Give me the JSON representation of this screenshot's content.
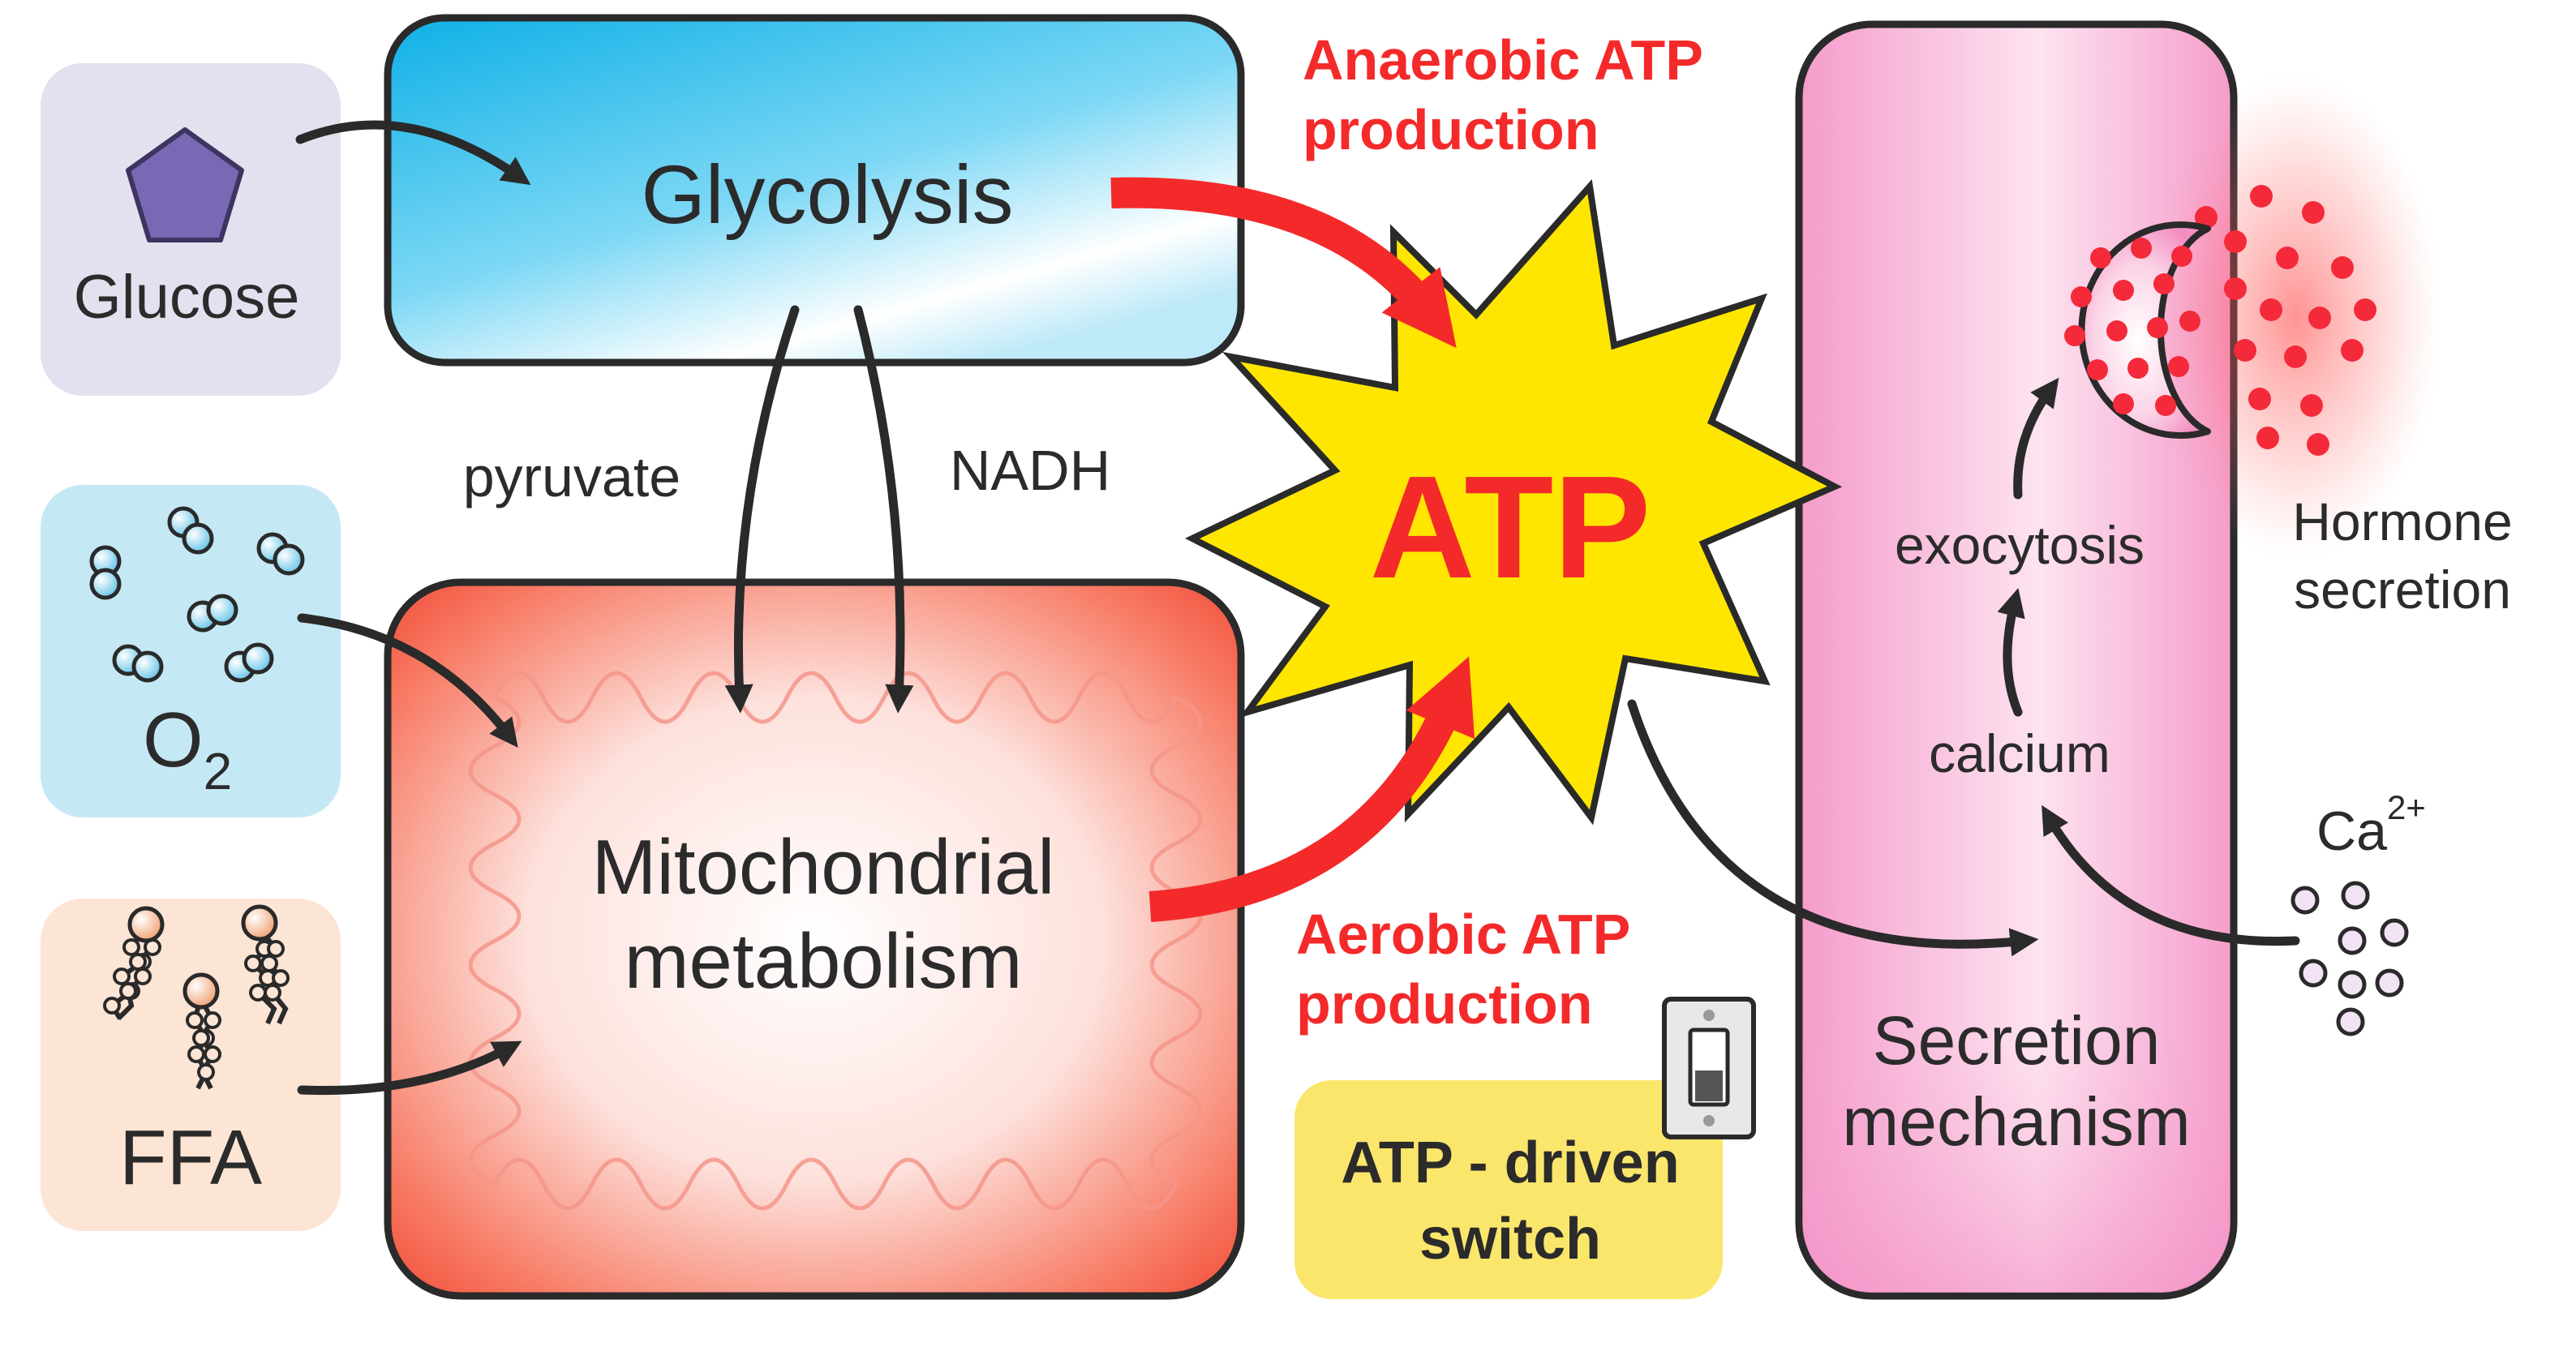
{
  "inputs": {
    "glucose": "Glucose",
    "o2_main": "O",
    "o2_sub": "2",
    "ffa": "FFA"
  },
  "glycolysis": "Glycolysis",
  "mito": {
    "line1": "Mitochondrial",
    "line2": "metabolism"
  },
  "intermediates": {
    "pyruvate": "pyruvate",
    "nadh": "NADH"
  },
  "atp": "ATP",
  "anaerobic": {
    "line1": "Anaerobic ATP",
    "line2": "production"
  },
  "aerobic": {
    "line1": "Aerobic ATP",
    "line2": "production"
  },
  "switch": {
    "line1": "ATP - driven",
    "line2": "switch"
  },
  "secretion": {
    "line1": "Secretion",
    "line2": "mechanism",
    "calcium": "calcium",
    "exocytosis": "exocytosis"
  },
  "ca": {
    "main": "Ca",
    "sup": "2+"
  },
  "hormone": {
    "line1": "Hormone",
    "line2": "secretion"
  },
  "colors": {
    "red": "#f42a2a",
    "arrow_dark": "#2a2a2a",
    "atp_yellow": "#ffe600",
    "glycolysis_blue": "#1bb8ea",
    "mito_red": "#f04a3a",
    "secretion_pink": "#f6a3cf",
    "switch_yellow": "#fbe66c"
  }
}
